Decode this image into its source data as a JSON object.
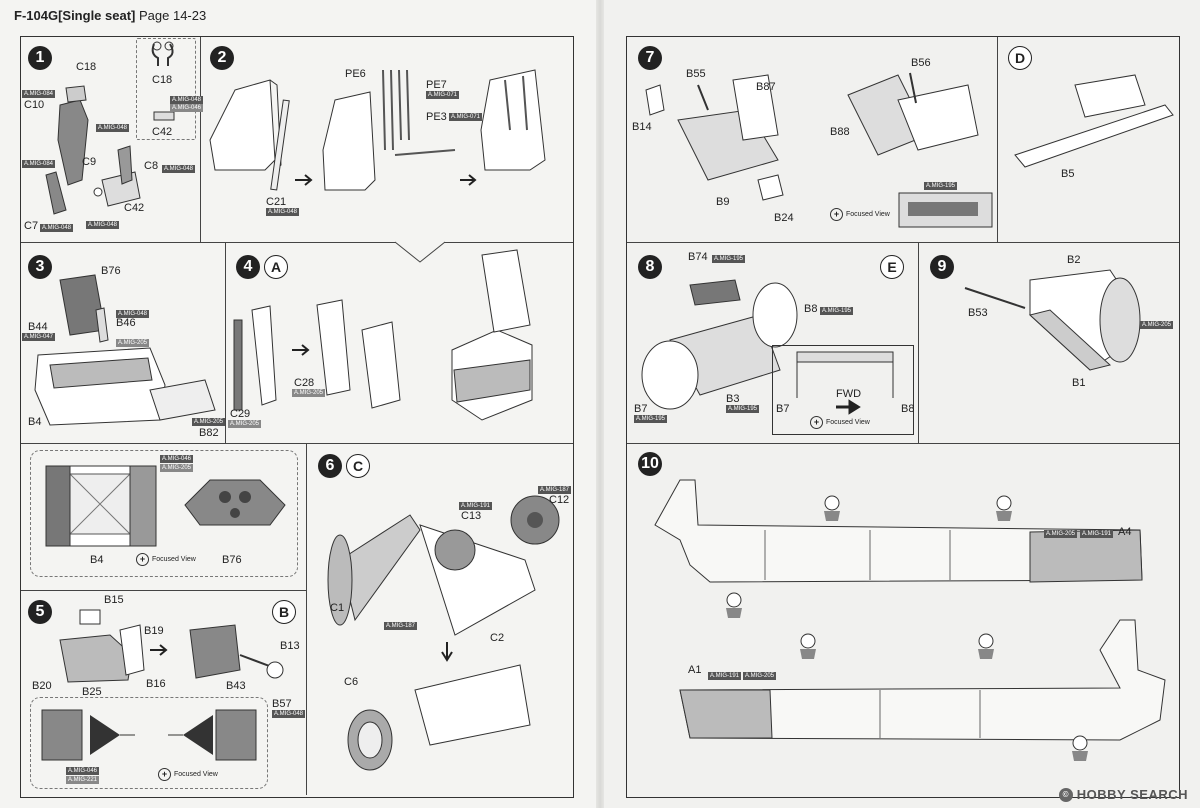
{
  "header": {
    "model": "F-104G[Single seat]",
    "page": "Page 14-23"
  },
  "steps": {
    "s1": "1",
    "s2": "2",
    "s3": "3",
    "s4": "4",
    "s5": "5",
    "s6": "6",
    "s7": "7",
    "s8": "8",
    "s9": "9",
    "s10": "10"
  },
  "letters": {
    "A": "A",
    "B": "B",
    "C": "C",
    "D": "D",
    "E": "E"
  },
  "focused_view": "Focused View",
  "labels": {
    "C18": "C18",
    "C10": "C10",
    "C9": "C9",
    "C8": "C8",
    "C42": "C42",
    "C7": "C7",
    "PE6": "PE6",
    "PE7": "PE7",
    "PE3": "PE3",
    "C21": "C21",
    "B76": "B76",
    "B44": "B44",
    "B46": "B46",
    "B4": "B4",
    "B82": "B82",
    "C28": "C28",
    "C29": "C29",
    "B15": "B15",
    "B19": "B19",
    "B20": "B20",
    "B25": "B25",
    "B16": "B16",
    "B13": "B13",
    "B43": "B43",
    "B57": "B57",
    "C13": "C13",
    "C12": "C12",
    "C1": "C1",
    "C2": "C2",
    "C6": "C6",
    "B55": "B55",
    "B87": "B87",
    "B14": "B14",
    "B9": "B9",
    "B24": "B24",
    "B56": "B56",
    "B88": "B88",
    "B5": "B5",
    "B74": "B74",
    "B8": "B8",
    "B7": "B7",
    "B3": "B3",
    "FWD": "FWD",
    "B2": "B2",
    "B53": "B53",
    "B1": "B1",
    "A4": "A4",
    "A1": "A1"
  },
  "paint": {
    "mig084": "A.MIG-084",
    "mig048": "A.MIG-048",
    "mig046": "A.MIG-046",
    "mig047": "A.MIG-047",
    "mig205": "A.MIG-205",
    "mig071": "A.MIG-071",
    "mig221": "A.MIG-221",
    "mig191": "A.MIG-191",
    "mig187": "A.MIG-187",
    "mig195": "A.MIG-195"
  },
  "watermark": "HOBBY SEARCH"
}
